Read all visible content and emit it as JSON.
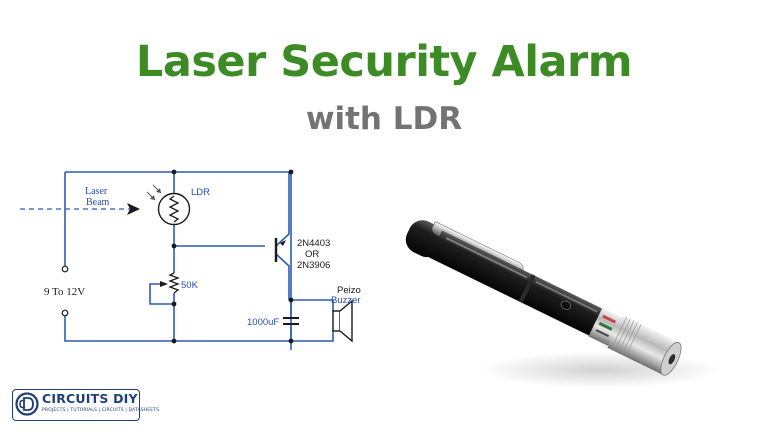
{
  "title": "Laser Security Alarm",
  "subtitle": "with LDR",
  "colors": {
    "title": "#3d8b25",
    "subtitle": "#737373",
    "wire": "#2d5bb4",
    "label_blue": "#2a4db0",
    "brand": "#1e3f7a"
  },
  "schematic": {
    "laser_label_line1": "Laser",
    "laser_label_line2": "Beam",
    "ldr_label": "LDR",
    "transistor_line1": "2N4403",
    "transistor_line2": "OR",
    "transistor_line3": "2N3906",
    "supply_label": "9 To 12V",
    "pot_label": "50K",
    "capacitor_label": "1000uF",
    "buzzer_line1": "Peizo",
    "buzzer_line2": "Buzzer"
  },
  "logo": {
    "icon": "circuits-diy-logo-icon",
    "name": "CIRCUITS DIY",
    "tagline": "PROJECTS | TUTORIALS | CIRCUITS | DATASHEETS"
  }
}
